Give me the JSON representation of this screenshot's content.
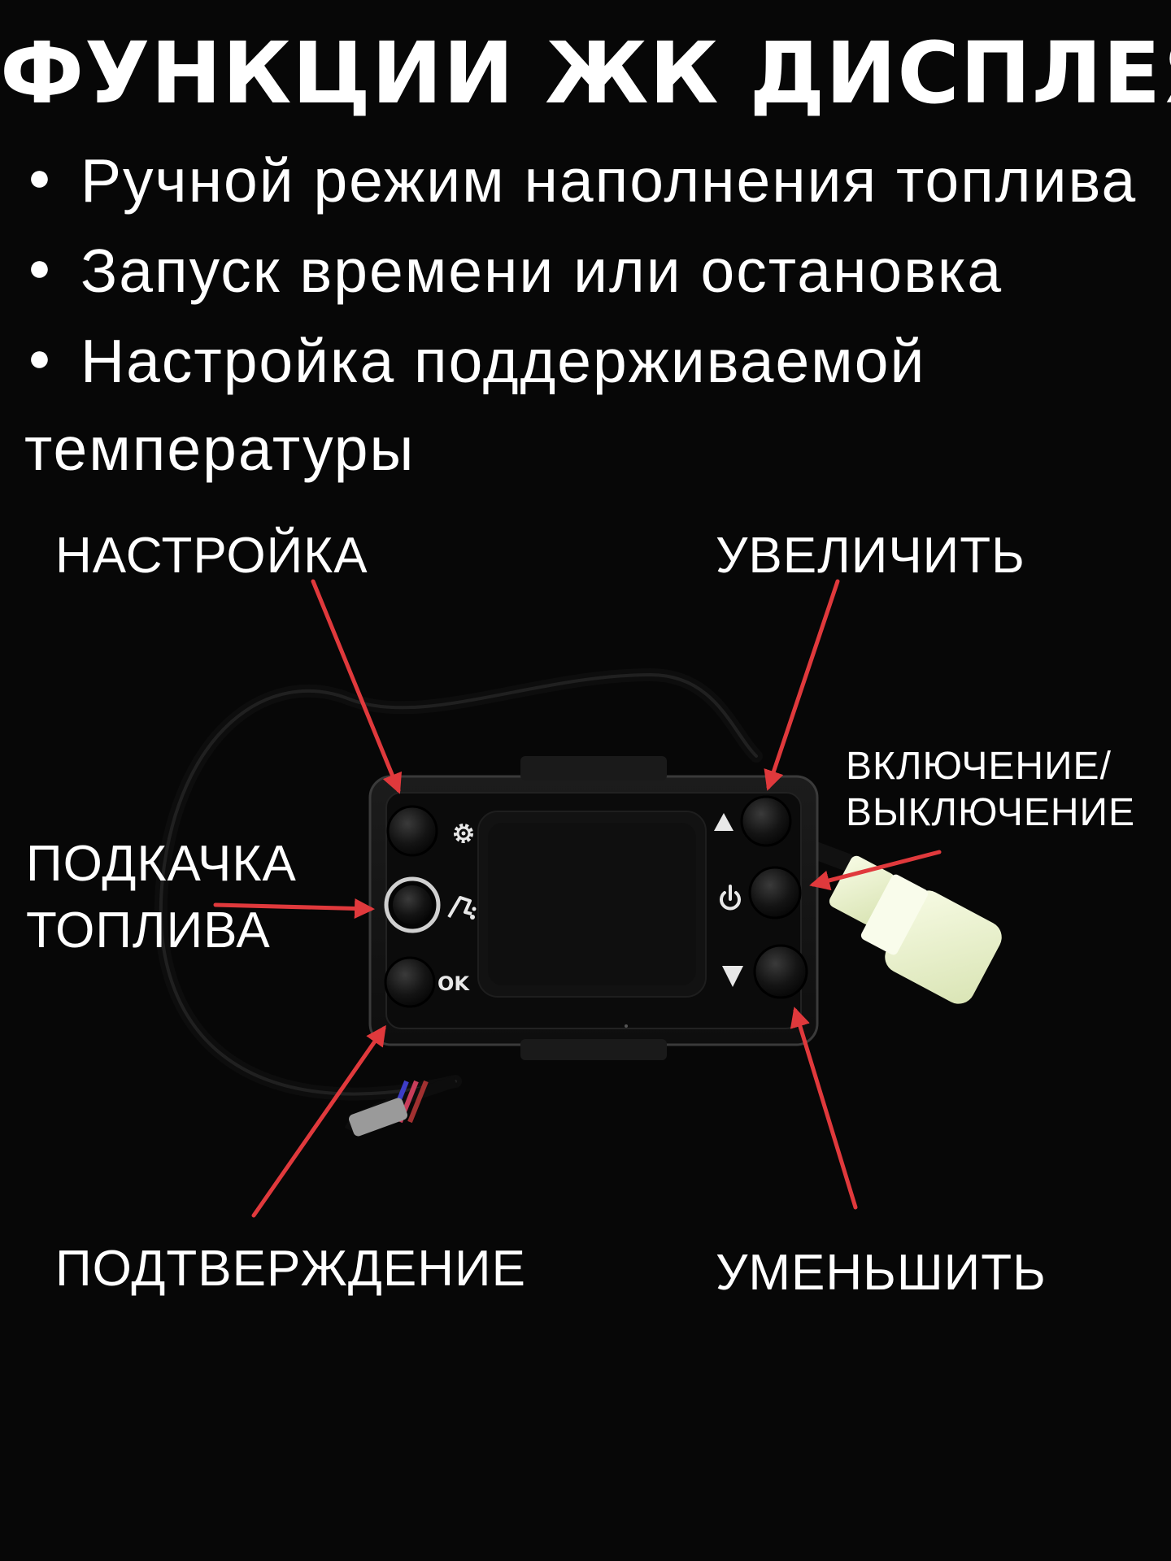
{
  "header": {
    "title": "ФУНКЦИИ ЖК ДИСПЛЕЯ"
  },
  "features": [
    "Ручной режим наполнения топлива",
    "Запуск времени или остановка",
    "Настройка поддерживаемой температуры"
  ],
  "labels": {
    "settings": "НАСТРОЙКА",
    "increase": "УВЕЛИЧИТЬ",
    "power_line1": "ВКЛЮЧЕНИЕ/",
    "power_line2": "ВЫКЛЮЧЕНИЕ",
    "fuel_line1": "ПОДКАЧКА",
    "fuel_line2": "ТОПЛИВА",
    "confirm": "ПОДТВЕРЖДЕНИЕ",
    "decrease": "УМЕНЬШИТЬ"
  },
  "device": {
    "ok_label": "OK",
    "icons": [
      "gear-icon",
      "fuel-pump-icon",
      "power-icon",
      "triangle-up-icon",
      "triangle-down-icon"
    ]
  },
  "colors": {
    "background": "#070707",
    "text": "#ffffff",
    "arrow": "#e0393c",
    "connector": "#ecf3cf"
  }
}
